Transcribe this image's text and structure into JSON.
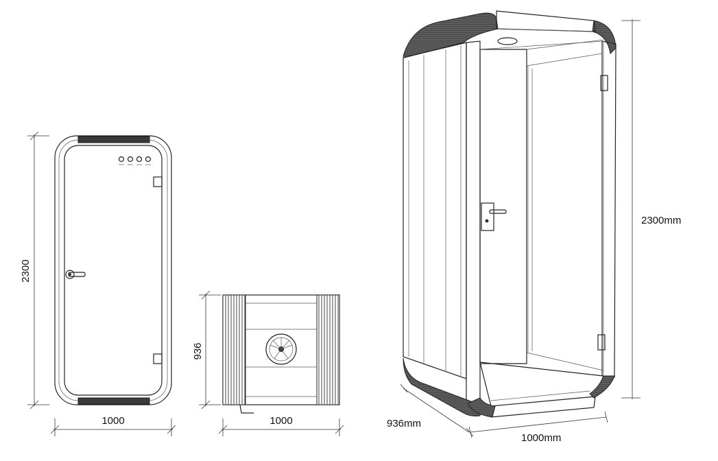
{
  "front_view": {
    "height_label": "2300",
    "width_label": "1000"
  },
  "top_view": {
    "depth_label": "936",
    "width_label": "1000"
  },
  "perspective_view": {
    "height_label": "2300mm",
    "depth_label": "936mm",
    "width_label": "1000mm"
  }
}
